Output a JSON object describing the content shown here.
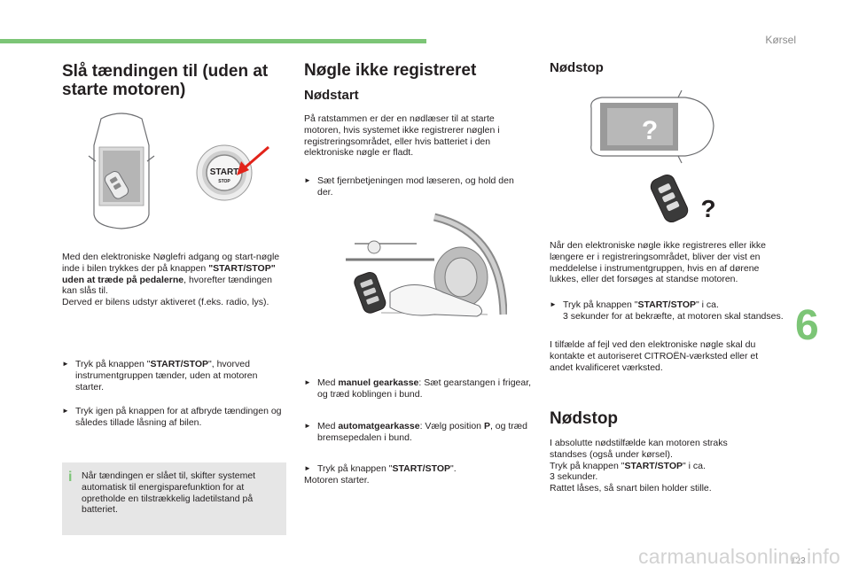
{
  "header": {
    "section": "Kørsel"
  },
  "chapter_number": "6",
  "page_number": "123",
  "watermark": "carmanualsonline.info",
  "col1": {
    "title": "Slå tændingen til (uden at starte motoren)",
    "button_top": "START",
    "button_bottom": "STOP",
    "para_a": "Med den elektroniske Nøglefri adgang og start-nøgle inde i bilen trykkes der på knappen ",
    "para_b": "\"START/STOP\" uden at træde på pedalerne",
    "para_c": ", hvorefter tændingen kan slås til.",
    "para_d": "Derved er bilens udstyr aktiveret (f.eks. radio, lys).",
    "bullet1_a": "Tryk på knappen \"",
    "bullet1_b": "START/STOP",
    "bullet1_c": "\", hvorved instrumentgruppen tænder, uden at motoren starter.",
    "bullet2": "Tryk igen på knappen for at afbryde tændingen og således tillade låsning af bilen.",
    "note": "Når tændingen er slået til, skifter systemet automatisk til energisparefunktion for at opretholde en tilstrækkelig ladetilstand på batteriet."
  },
  "col2": {
    "title": "Nøgle ikke registreret",
    "subtitle": "Nødstart",
    "intro": "På ratstammen er der en nødlæser til at starte motoren, hvis systemet ikke registrerer nøglen i registreringsområdet, eller hvis batteriet i den elektroniske nøgle er fladt.",
    "bullet1": "Sæt fjernbetjeningen mod læseren, og hold den der.",
    "bullet2_a": "Med ",
    "bullet2_b": "manuel gearkasse",
    "bullet2_c": ": Sæt gearstangen i frigear, og træd koblingen i bund.",
    "bullet3_a": "Med ",
    "bullet3_b": "automatgearkasse",
    "bullet3_c": ": Vælg position ",
    "bullet3_d": "P",
    "bullet3_e": ", og træd bremsepedalen i bund.",
    "bullet4_a": "Tryk på knappen \"",
    "bullet4_b": "START/STOP",
    "bullet4_c": "\".",
    "after": "Motoren starter."
  },
  "col3": {
    "title_top": "Nødstop",
    "question": "?",
    "para": "Når den elektroniske nøgle ikke registreres eller ikke længere er i registreringsområdet, bliver der vist en meddelelse i instrumentgruppen, hvis en af dørene lukkes, eller det forsøges at standse motoren.",
    "bullet_a": "Tryk på knappen \"",
    "bullet_b": "START/STOP",
    "bullet_c": "\" i ca.",
    "bullet_d": "3 sekunder for at bekræfte, at motoren skal standses.",
    "para2": "I tilfælde af fejl ved den elektroniske nøgle skal du kontakte et autoriseret CITROËN-værksted eller et andet kvalificeret værksted.",
    "title2": "Nødstop",
    "para3_1": "I absolutte nødstilfælde kan motoren straks standses (også under kørsel).",
    "para3_2a": "Tryk på knappen \"",
    "para3_2b": "START/STOP",
    "para3_2c": "\" i ca.",
    "para3_3": "3 sekunder.",
    "para3_4": "Rattet låses, så snart bilen holder stille."
  },
  "colors": {
    "accent": "#7cc576",
    "note_bg": "#e6e6e6",
    "arrow": "#e2231a"
  },
  "icons": {
    "bullet": "bullet-arrow-icon",
    "info": "info-icon"
  }
}
